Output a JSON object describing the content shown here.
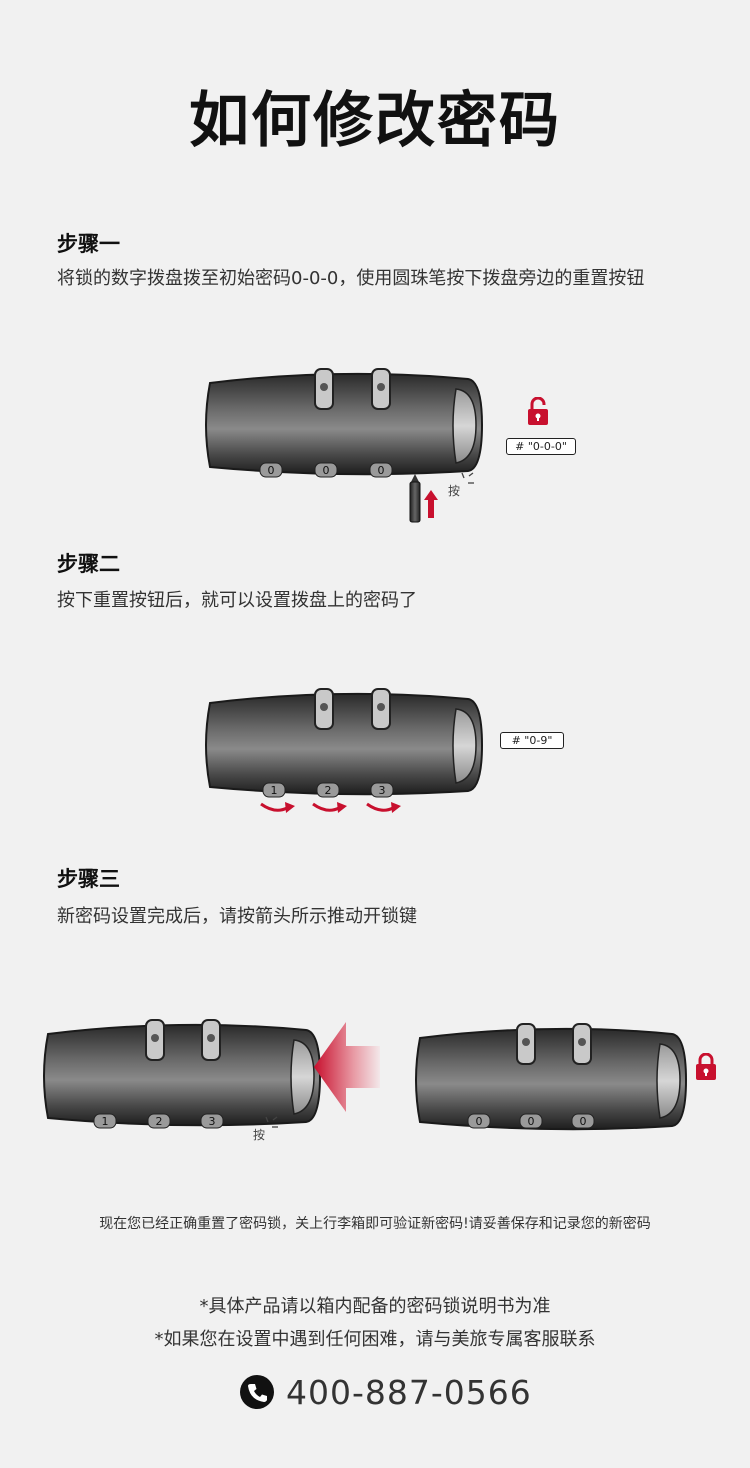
{
  "title": "如何修改密码",
  "steps": [
    {
      "heading": "步骤一",
      "description": "将锁的数字拨盘拨至初始密码0-0-0，使用圆珠笔按下拨盘旁边的重置按钮",
      "tag": "# \"0-0-0\"",
      "press_label": "按",
      "dials": [
        "0",
        "0",
        "0"
      ]
    },
    {
      "heading": "步骤二",
      "description": "按下重置按钮后，就可以设置拨盘上的密码了",
      "tag": "# \"0-9\"",
      "dials": [
        "1",
        "2",
        "3"
      ]
    },
    {
      "heading": "步骤三",
      "description": "新密码设置完成后，请按箭头所示推动开锁键",
      "press_label": "按",
      "dials_left": [
        "1",
        "2",
        "3"
      ],
      "dials_right": [
        "0",
        "0",
        "0"
      ]
    }
  ],
  "note": "现在您已经正确重置了密码锁，关上行李箱即可验证新密码!请妥善保存和记录您的新密码",
  "footer": {
    "line1": "*具体产品请以箱内配备的密码锁说明书为准",
    "line2": "*如果您在设置中遇到任何困难，请与美旅专属客服联系",
    "phone": "400-887-0566",
    "phone_icon": "phone-icon"
  },
  "colors": {
    "accent_red": "#c8102e",
    "lock_dark": "#3c3c3c",
    "background": "#f1f1f1"
  },
  "icons": {
    "lock": "padlock-icon",
    "arrow": "arrow-icon",
    "pen": "pen-icon"
  }
}
